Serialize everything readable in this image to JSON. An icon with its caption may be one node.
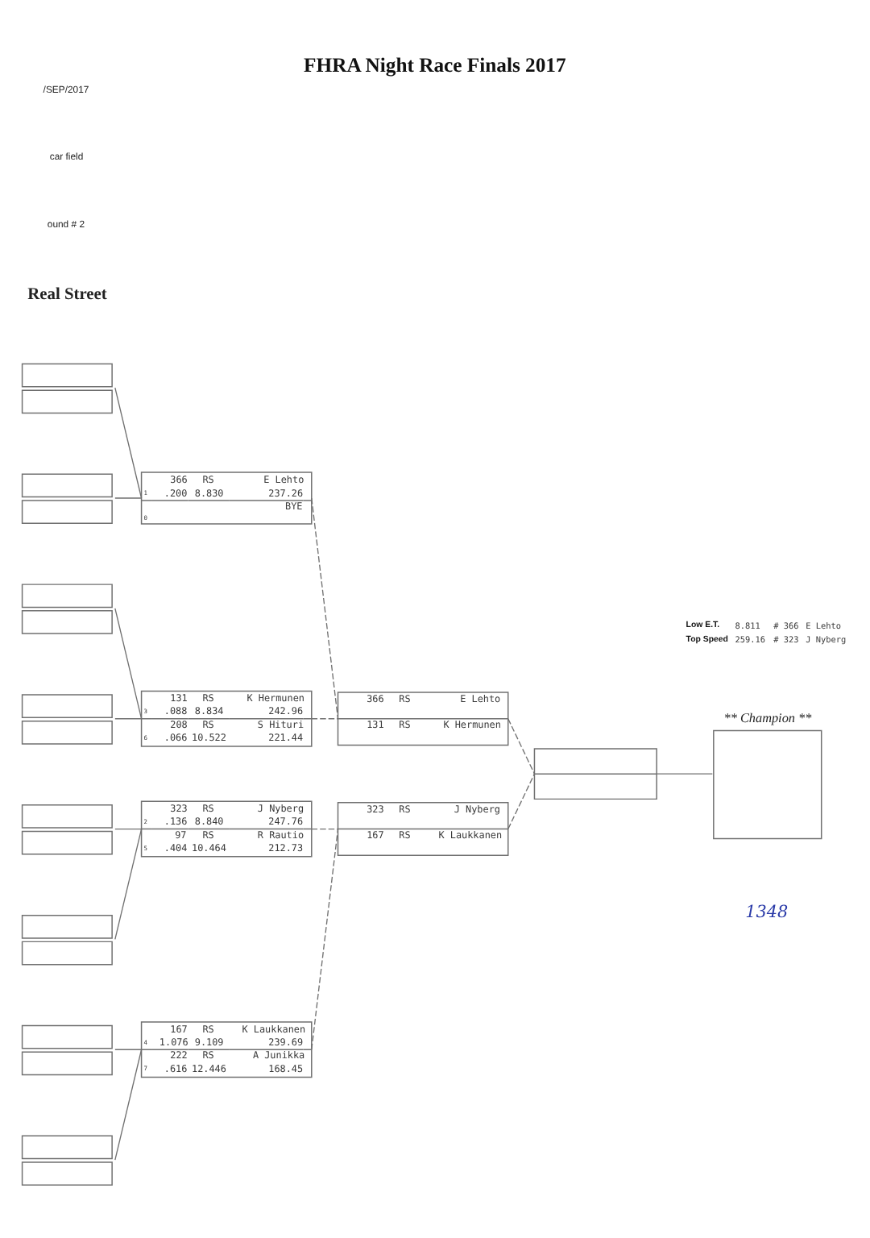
{
  "diagram": {
    "title": "FHRA Night Race Finals 2017",
    "nodes": [
      {
        "text": [],
        "shape": "box"
      },
      {
        "text": [],
        "shape": "box"
      },
      {
        "text": [],
        "shape": "box"
      },
      {
        "text": [],
        "shape": "box"
      },
      {
        "text": [],
        "shape": "box"
      },
      {
        "text": [],
        "shape": "box"
      },
      {
        "text": [],
        "shape": "box"
      },
      {
        "text": [],
        "shape": "box"
      },
      {
        "text": [
          "366",
          "RS",
          "E Lehto",
          "1",
          ".200",
          "8.830",
          "237.26",
          "BYE",
          "0"
        ]
      },
      {
        "text": [
          "131",
          "RS",
          "K Hermunen",
          "3",
          ".088",
          "8.834",
          "242.96",
          "208",
          "RS",
          "S Hituri",
          "6",
          ".066",
          "10.522",
          "221.44"
        ]
      },
      {
        "text": [
          "323",
          "RS",
          "J Nyberg",
          "2",
          ".136",
          "8.840",
          "247.76",
          "97",
          "RS",
          "R Rautio",
          "5",
          ".404",
          "10.464",
          "212.73"
        ]
      },
      {
        "text": [
          "167",
          "RS",
          "K Laukkanen",
          "4",
          "1.076",
          "9.109",
          "239.69",
          "222",
          "RS",
          "A Junikka",
          "7",
          ".616",
          "12.446",
          "168.45"
        ]
      },
      {
        "text": [
          "366",
          "RS",
          "E Lehto",
          "131",
          "RS",
          "K Hermunen"
        ]
      },
      {
        "text": [
          "323",
          "RS",
          "J Nyberg",
          "167",
          "RS",
          "K Laukkanen"
        ]
      },
      {
        "text": [],
        "shape": "box"
      },
      {
        "text": [
          "** Champion **"
        ]
      }
    ],
    "edges": [
      {
        "from": 0,
        "to": 8,
        "arrow": "none"
      },
      {
        "from": 1,
        "to": 8,
        "arrow": "none"
      },
      {
        "from": 2,
        "to": 9,
        "arrow": "none"
      },
      {
        "from": 3,
        "to": 9,
        "arrow": "none"
      },
      {
        "from": 4,
        "to": 10,
        "arrow": "none"
      },
      {
        "from": 5,
        "to": 10,
        "arrow": "none"
      },
      {
        "from": 6,
        "to": 11,
        "arrow": "none"
      },
      {
        "from": 7,
        "to": 11,
        "arrow": "none"
      },
      {
        "from": 8,
        "to": 12,
        "arrow": "none",
        "style": "dashed"
      },
      {
        "from": 9,
        "to": 12,
        "arrow": "none",
        "style": "dashed"
      },
      {
        "from": 10,
        "to": 13,
        "arrow": "none",
        "style": "dashed"
      },
      {
        "from": 11,
        "to": 13,
        "arrow": "none",
        "style": "dashed"
      },
      {
        "from": 12,
        "to": 14,
        "arrow": "none",
        "style": "dashed"
      },
      {
        "from": 13,
        "to": 14,
        "arrow": "none",
        "style": "dashed"
      },
      {
        "from": 14,
        "to": 15,
        "arrow": "none"
      }
    ],
    "labels": [
      "/SEP/2017",
      "car field",
      "ound # 2",
      "Real Street",
      "Low E.T.",
      "8.811",
      "# 366",
      "E Lehto",
      "Top Speed",
      "259.16",
      "# 323",
      "J Nyberg",
      "1348"
    ]
  }
}
